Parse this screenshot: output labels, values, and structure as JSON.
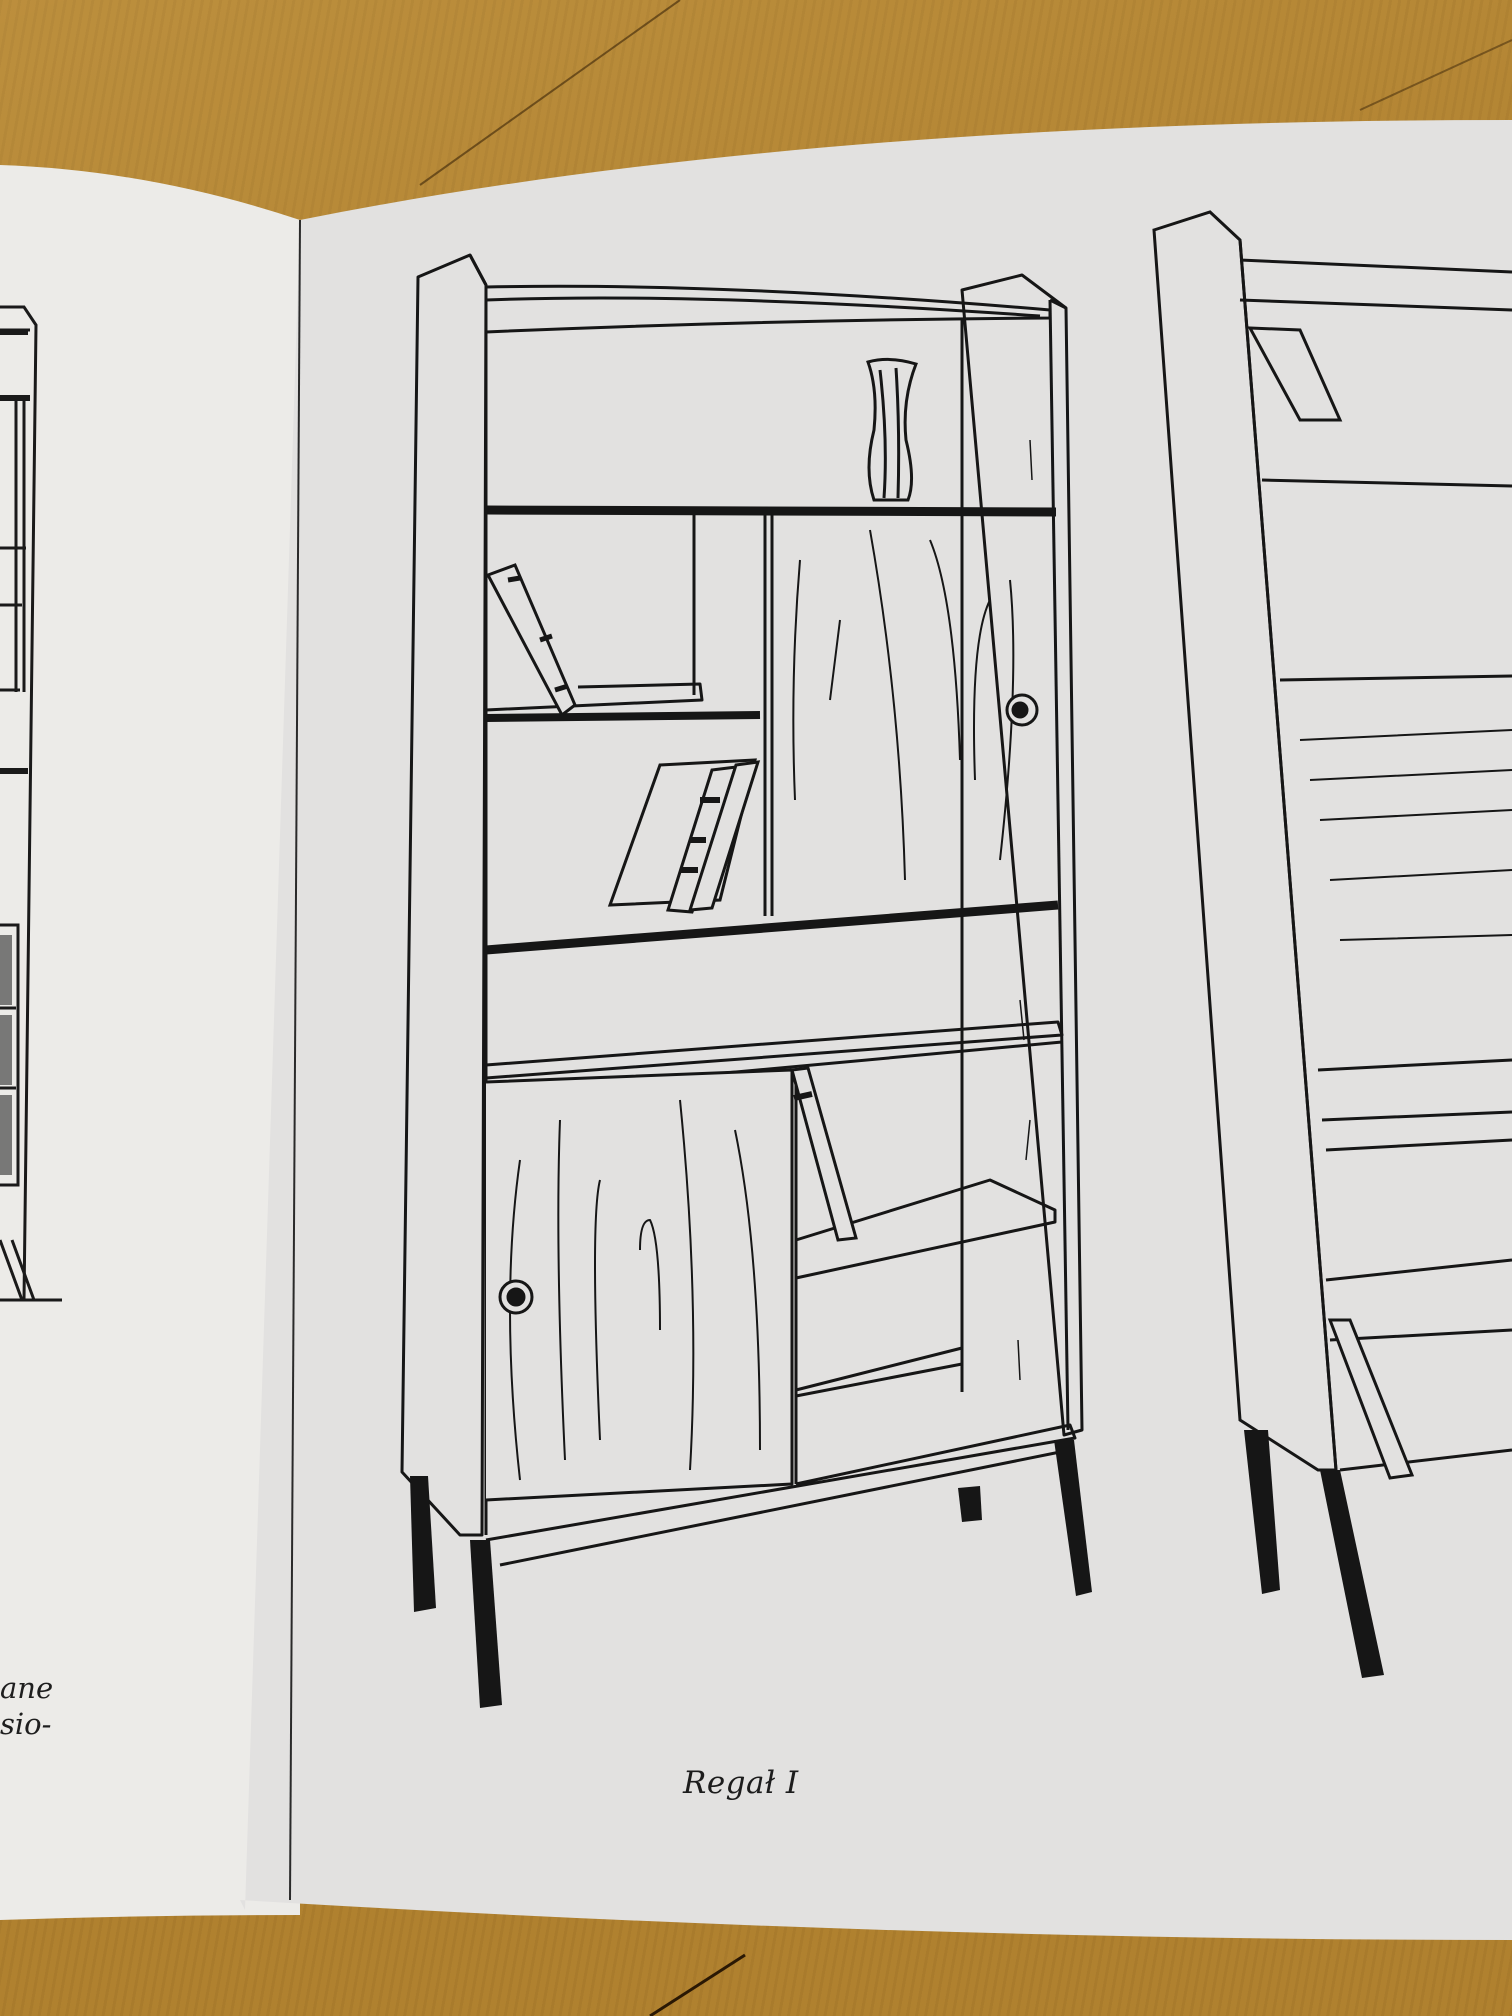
{
  "scene": {
    "description": "Photograph of an open booklet lying on a wooden table showing line illustrations of bookshelves",
    "colors": {
      "table": "#b0812f",
      "left_page": "#ecebe8",
      "right_page": "#e2e1e0",
      "ink": "#161616"
    }
  },
  "right_page": {
    "illustration": {
      "subject": "bookshelf-regal-1",
      "caption": "Regał I"
    }
  },
  "left_page": {
    "text_fragments": [
      "ane",
      "sio-"
    ]
  }
}
